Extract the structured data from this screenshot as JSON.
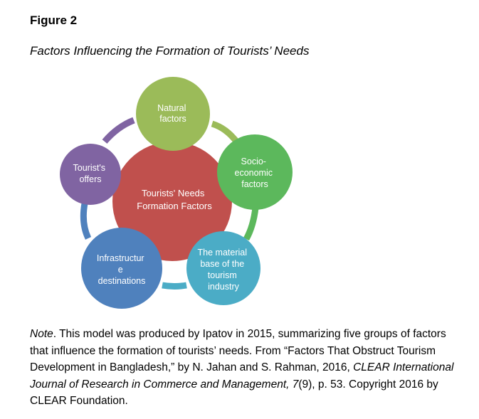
{
  "figure": {
    "label": "Figure 2",
    "title": "Factors Influencing the Formation of Tourists’ Needs"
  },
  "diagram": {
    "center": {
      "lines": [
        "Tourists' Needs",
        "Formation Factors"
      ],
      "color": "#c0504d"
    },
    "nodes": [
      {
        "id": "natural",
        "lines": [
          "Natural",
          "factors"
        ],
        "color": "#9bbb59"
      },
      {
        "id": "socio-economic",
        "lines": [
          "Socio-",
          "economic",
          "factors"
        ],
        "color": "#5cb85c"
      },
      {
        "id": "material-base",
        "lines": [
          "The material",
          "base of the",
          "tourism",
          "industry"
        ],
        "color": "#4bacc6"
      },
      {
        "id": "infrastructure",
        "lines": [
          "Infrastructur",
          "e",
          "destinations"
        ],
        "color": "#4f81bd"
      },
      {
        "id": "tourists-offers",
        "lines": [
          "Tourist's",
          "offers"
        ],
        "color": "#8064a2"
      }
    ]
  },
  "note": {
    "label": "Note",
    "text_1": ". This model was produced by Ipatov in 2015, summarizing five groups of factors that influence the formation of tourists’ needs. From “Factors That Obstruct Tourism Development in Bangladesh,” by N. Jahan and S. Rahman, 2016, ",
    "journal": "CLEAR International Journal of Research in Commerce and Management, 7",
    "text_2": "(9), p. 53. Copyright 2016 by CLEAR Foundation."
  }
}
